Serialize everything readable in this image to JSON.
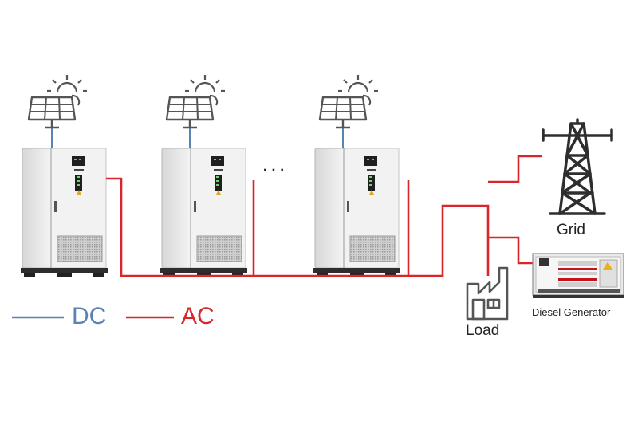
{
  "legend": {
    "dc": {
      "label": "DC",
      "color": "#5b82b5"
    },
    "ac": {
      "label": "AC",
      "color": "#d8262b"
    }
  },
  "units": [
    {
      "name": "inverter-cabinet-1",
      "icon": "solar-panel-icon"
    },
    {
      "name": "inverter-cabinet-2",
      "icon": "solar-panel-icon"
    },
    {
      "name": "inverter-cabinet-3",
      "icon": "solar-panel-icon"
    }
  ],
  "ellipsis": "···",
  "grid": {
    "label": "Grid",
    "icon": "transmission-tower-icon"
  },
  "load": {
    "label": "Load",
    "icon": "factory-icon"
  },
  "generator": {
    "label": "Diesel Generator",
    "icon": "diesel-generator-icon"
  },
  "colors": {
    "ac_line": "#d8262b",
    "dc_line": "#5b82b5",
    "icon_stroke": "#555555",
    "cabinet": "#eeeeee"
  }
}
